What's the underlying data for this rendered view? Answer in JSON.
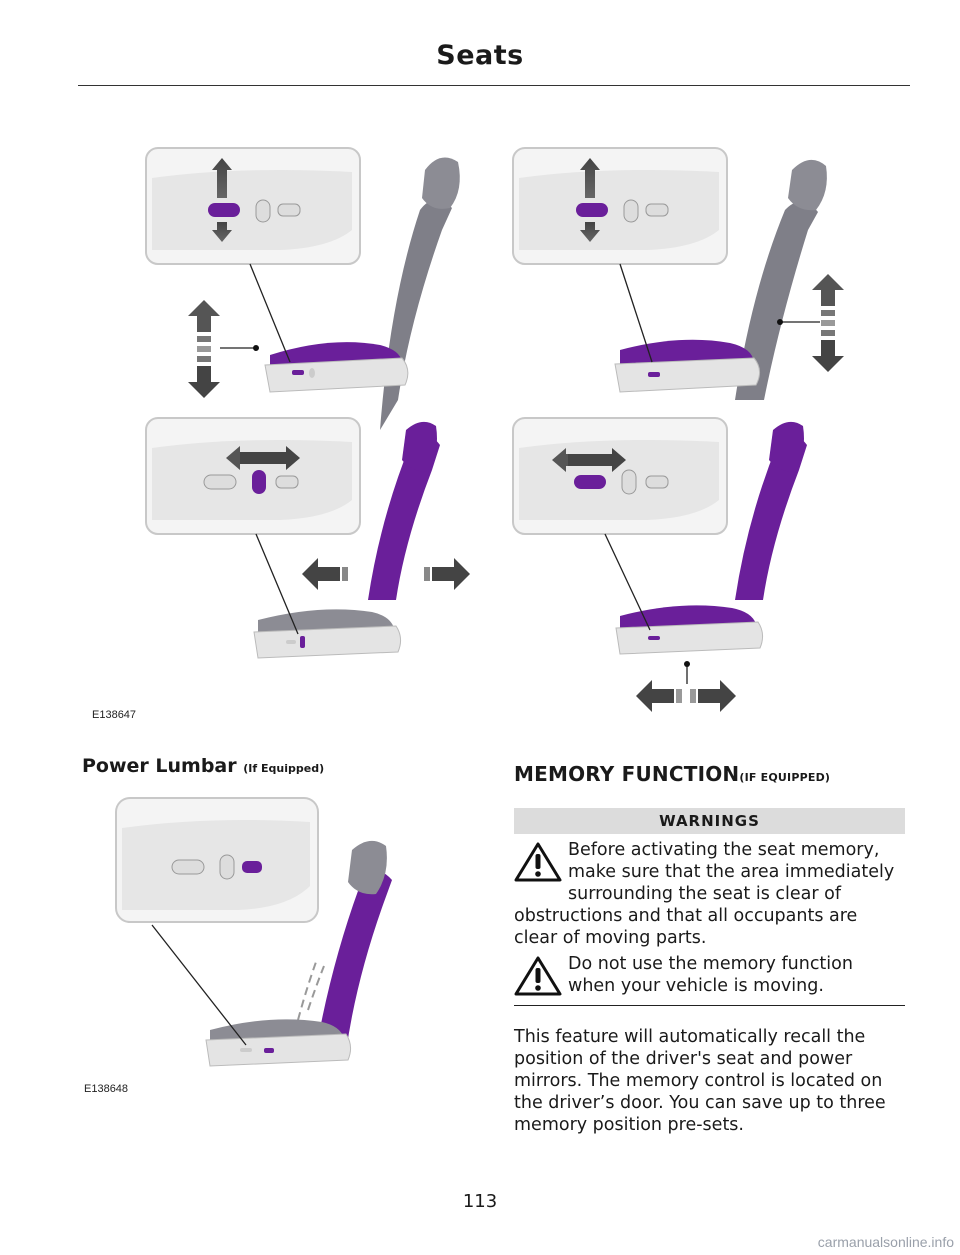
{
  "header": {
    "title": "Seats"
  },
  "figures": {
    "top_code": "E138647",
    "lumbar_code": "E138648"
  },
  "lumbar": {
    "title": "Power Lumbar",
    "suffix": "(If Equipped)"
  },
  "memory": {
    "title": "MEMORY FUNCTION",
    "suffix": "(IF EQUIPPED)"
  },
  "warnings": {
    "label": "WARNINGS",
    "w1_lines": [
      "Before activating the seat memory,",
      "make sure that the area immediately",
      "surrounding the seat is clear of"
    ],
    "w1_cont": [
      "obstructions and that all occupants are",
      "clear of moving parts."
    ],
    "w2_lines": [
      "Do not use the memory function",
      "when your vehicle is moving."
    ]
  },
  "body": {
    "lines": [
      "This feature will automatically recall the",
      "position of the driver's seat and power",
      "mirrors. The memory control is located on",
      "the driver’s door. You can save up to three",
      "memory position pre-sets."
    ]
  },
  "page": {
    "number": "113"
  },
  "watermark": "carmanualsonline.info",
  "colors": {
    "accent": "#6a1f9a",
    "seat_gray": "#7f7f88",
    "panel": "#ececec"
  }
}
